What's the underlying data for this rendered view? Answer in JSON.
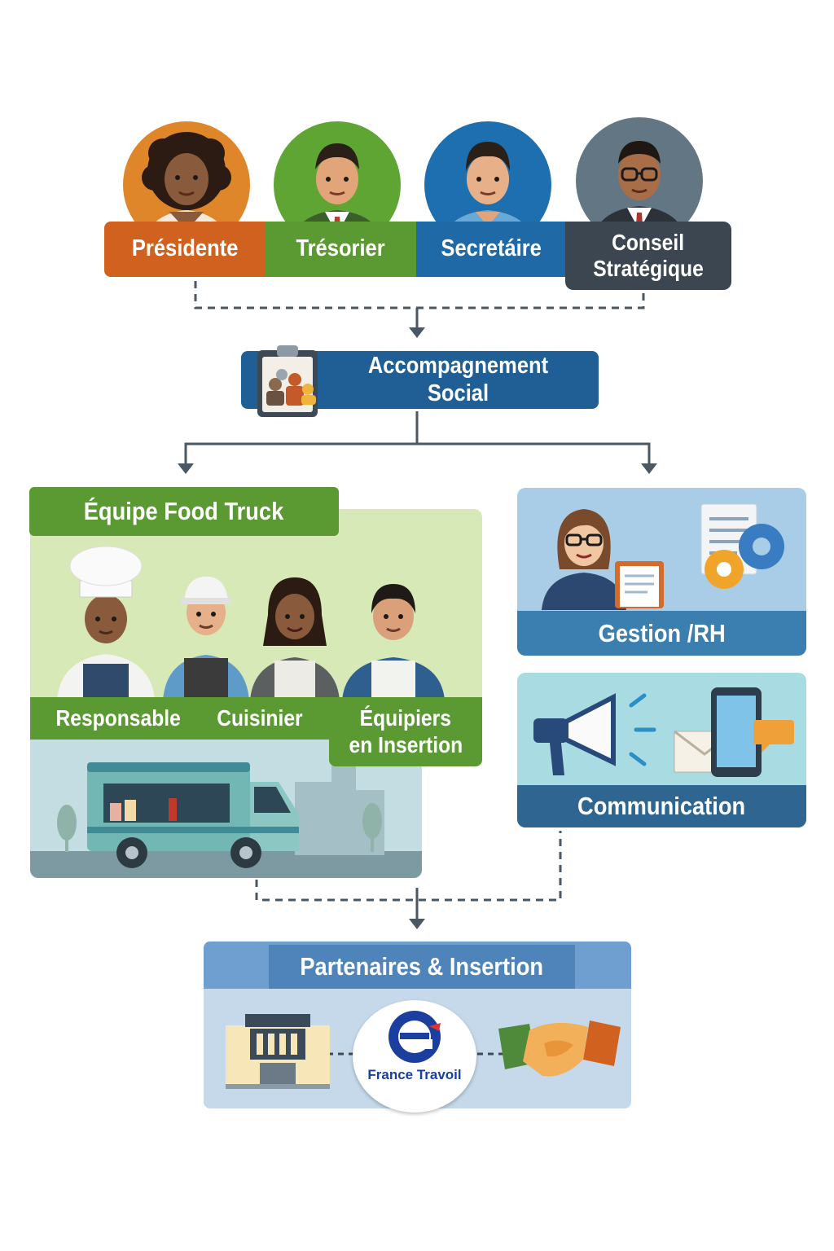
{
  "board": {
    "members": [
      {
        "label": "Présidente",
        "color": "#d0611f"
      },
      {
        "label": "Trésorier",
        "color": "#5b9a32"
      },
      {
        "label": "Secretáire",
        "color": "#1f6aa6"
      },
      {
        "label": "Conseil Stratégique",
        "line1": "Conseil",
        "line2": "Stratégique",
        "color": "#3b4650"
      }
    ]
  },
  "social": {
    "label": "Accompagnement Social",
    "color": "#1f5f95"
  },
  "food_truck": {
    "title": "Équipe Food Truck",
    "roles": {
      "responsable": "Responsable",
      "cuisinier": "Cuisinier",
      "equipiers_line1": "Équipiers",
      "equipiers_line2": "en Insertion"
    },
    "accent": "#5b9a32"
  },
  "gestion": {
    "label": "Gestion /RH",
    "color": "#3b7fb0"
  },
  "communication": {
    "label": "Communication",
    "color": "#2f6591"
  },
  "partners": {
    "title": "Partenaires & Insertion",
    "france_travail": "France Travoil"
  }
}
